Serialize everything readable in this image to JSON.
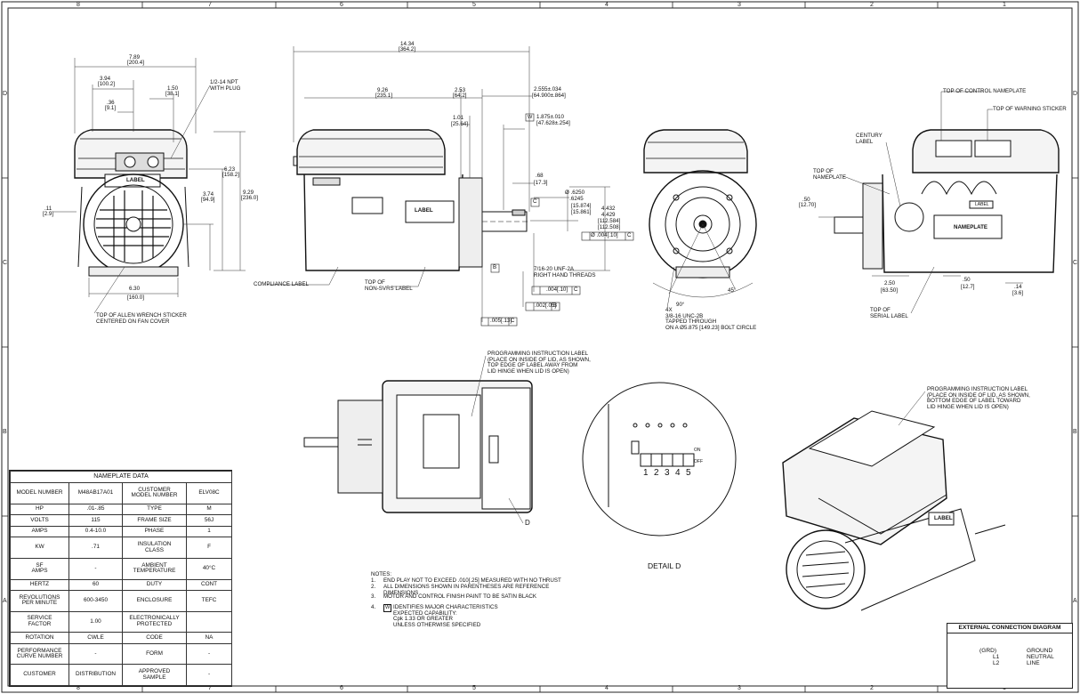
{
  "zones": {
    "top": [
      "8",
      "7",
      "6",
      "5",
      "4",
      "3",
      "2",
      "1"
    ],
    "bottom": [
      "8",
      "7",
      "6",
      "5",
      "4",
      "3",
      "2",
      "1"
    ],
    "left": [
      "D",
      "C",
      "B",
      "A"
    ],
    "right": [
      "D",
      "C",
      "B",
      "A"
    ]
  },
  "front_view": {
    "overall_width": "7.89",
    "overall_width_mm": "[200.4]",
    "half_width": "3.94",
    "half_width_mm": "[100.2]",
    "offset_a": ".36",
    "offset_a_mm": "[9.1]",
    "offset_b": "1.50",
    "offset_b_mm": "[38.1]",
    "npt_note": "1/2-14 NPT\nWITH PLUG",
    "height_total": "9.29",
    "height_total_mm": "[236.0]",
    "height_top": "6.23",
    "height_top_mm": "[158.2]",
    "height_center": "3.74",
    "height_center_mm": "[94.9]",
    "left_offset": ".11",
    "left_offset_mm": "[2.9]",
    "base_width": "6.30",
    "base_width_mm": "[160.0]",
    "sticker_note": "TOP OF ALLEN WRENCH STICKER\nCENTERED ON FAN COVER",
    "label": "LABEL"
  },
  "side_view": {
    "overall_length": "14.34",
    "overall_length_mm": "[364.2]",
    "body_length": "9.26",
    "body_length_mm": "[235.1]",
    "dim_253": "2.53",
    "dim_253_mm": "[64.2]",
    "dim_101": "1.01",
    "dim_101_mm": "[25.64]",
    "shaft_ext": "2.555±.034",
    "shaft_ext_mm": "[64.900±.864]",
    "key_len": "1.875±.010",
    "key_len_mm": "[47.628±.254]",
    "w_symbol": "W",
    "dim_68": ".68",
    "dim_68_mm": "[17.3]",
    "shaft_dia": "Ø .6250\n   .6245",
    "shaft_dia_mm": "[15.874]\n[15.861]",
    "dim_4432": "4.432\n4.429",
    "dim_4432_mm": "[112.584]\n[112.508]",
    "datum_c": "C",
    "datum_b": "B",
    "tol_runout": "Ø .004[.10]",
    "tol_face": ".004[.10]",
    "tol_flat": ".002[.05]",
    "tol_end": ".005[.13]",
    "thread_note": "7/16-20 UNF-2A\nRIGHT HAND THREADS",
    "compliance_label": "COMPLIANCE LABEL",
    "non_svrs_label": "TOP OF\nNON-SVRS LABEL",
    "label": "LABEL"
  },
  "end_view": {
    "angle_90": "90°",
    "angle_45": "45°",
    "bolt_note": "4X\n3/8-16 UNC-2B\nTAPPED THROUGH\nON A Ø5.875 [149.23] BOLT CIRCLE"
  },
  "right_view": {
    "control_nameplate": "TOP OF CONTROL NAMEPLATE",
    "warning_sticker": "TOP OF WARNING STICKER",
    "century_label": "CENTURY\nLABEL",
    "top_nameplate": "TOP OF\nNAMEPLATE",
    "dim_50": ".50",
    "dim_50_mm": "[12.70]",
    "dim_250": "2.50",
    "dim_250_mm": "[63.50]",
    "dim_50b": ".50",
    "dim_50b_mm": "[12.7]",
    "dim_14": ".14",
    "dim_14_mm": "[3.6]",
    "serial_label": "TOP OF\nSERIAL LABEL",
    "nameplate": "NAMEPLATE",
    "label": "LABEL"
  },
  "lid_view": {
    "prog_note": "PROGRAMMING INSTRUCTION LABEL\n(PLACE ON INSIDE OF LID, AS SHOWN,\nTOP EDGE OF LABEL AWAY FROM\nLID HINGE WHEN LID IS OPEN)",
    "callout_d": "D"
  },
  "detail_d": {
    "title": "DETAIL D",
    "on": "ON",
    "off": "OFF",
    "switch_numbers": [
      "1",
      "2",
      "3",
      "4",
      "5"
    ]
  },
  "iso_view": {
    "prog_note": "PROGRAMMING INSTRUCTION LABEL\n(PLACE ON INSIDE OF LID, AS SHOWN,\nBOTTOM EDGE OF LABEL TOWARD\nLID HINGE WHEN LID IS OPEN)",
    "label": "LABEL"
  },
  "notes": {
    "heading": "NOTES:",
    "items": [
      {
        "n": "1.",
        "text": "END PLAY NOT TO EXCEED .010[.25] MEASURED WITH NO THRUST"
      },
      {
        "n": "2.",
        "text": "ALL DIMENSIONS SHOWN IN PARENTHESES ARE REFERENCE\nDIMENSIONS"
      },
      {
        "n": "3.",
        "text": "MOTOR AND CONTROL FINISH PAINT TO BE SATIN BLACK"
      },
      {
        "n": "4.",
        "text": "IDENTIFIES MAJOR CHARACTERISTICS\nEXPECTED CAPABILITY:\nCpk 1.33 OR GREATER\nUNLESS OTHERWISE SPECIFIED"
      }
    ],
    "w_symbol": "W"
  },
  "nameplate": {
    "title": "NAMEPLATE DATA",
    "rows": [
      [
        "MODEL NUMBER",
        "M48AB17A01",
        "CUSTOMER\nMODEL NUMBER",
        "ELV08C"
      ],
      [
        "HP",
        ".01-.85",
        "TYPE",
        "M"
      ],
      [
        "VOLTS",
        "115",
        "FRAME SIZE",
        "56J"
      ],
      [
        "AMPS",
        "0.4-10.0",
        "PHASE",
        "1"
      ],
      [
        "KW",
        ".71",
        "INSULATION\nCLASS",
        "F"
      ],
      [
        "SF\nAMPS",
        "-",
        "AMBIENT\nTEMPERATURE",
        "40°C"
      ],
      [
        "HERTZ",
        "60",
        "DUTY",
        "CONT"
      ],
      [
        "REVOLUTIONS\nPER MINUTE",
        "600-3450",
        "ENCLOSURE",
        "TEFC"
      ],
      [
        "SERVICE\nFACTOR",
        "1.00",
        "ELECTRONICALLY\nPROTECTED",
        ""
      ],
      [
        "ROTATION",
        "CWLE",
        "CODE",
        "NA"
      ],
      [
        "PERFORMANCE\nCURVE NUMBER",
        "-",
        "FORM",
        "-"
      ],
      [
        "CUSTOMER",
        "DISTRIBUTION",
        "APPROVED\nSAMPLE",
        "-"
      ]
    ]
  },
  "connection": {
    "title": "EXTERNAL CONNECTION DIAGRAM",
    "grd": "(GRD)",
    "l1": "L1",
    "l2": "L2",
    "ground": "GROUND",
    "neutral": "NEUTRAL",
    "line": "LINE"
  }
}
